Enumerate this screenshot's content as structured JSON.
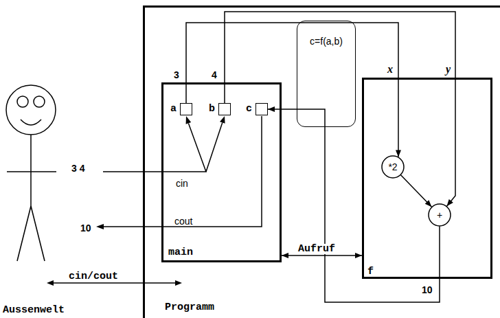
{
  "diagram": {
    "nodes": [
      {
        "text": [
          "Programm"
        ]
      },
      {
        "text": [
          "main"
        ],
        "in": 0
      },
      {
        "text": [
          "a"
        ],
        "in": 1
      },
      {
        "text": [
          "b"
        ],
        "in": 1
      },
      {
        "text": [
          "c"
        ],
        "in": 1
      },
      {
        "text": [
          "c=f(a,b)"
        ],
        "in": 0
      },
      {
        "text": [
          "f"
        ],
        "in": 0
      },
      {
        "text": [
          "*2"
        ],
        "in": 6
      },
      {
        "text": [
          "+"
        ],
        "in": 6
      }
    ],
    "edges": [
      {
        "from": 2,
        "to": 7,
        "arrow": "to",
        "label": "x"
      },
      {
        "from": 3,
        "to": 8,
        "arrow": "to",
        "label": "y"
      },
      {
        "from": 7,
        "to": 8,
        "arrow": "to"
      },
      {
        "from": 8,
        "to": 4,
        "arrow": "to",
        "label": "10"
      },
      {
        "from": 1,
        "to": 6,
        "arrow": "both",
        "label": "Aufruf"
      }
    ],
    "labels": [
      "3",
      "4",
      "3 4",
      "cin",
      "cout",
      "10",
      "cin/cout",
      "Aussenwelt"
    ]
  }
}
